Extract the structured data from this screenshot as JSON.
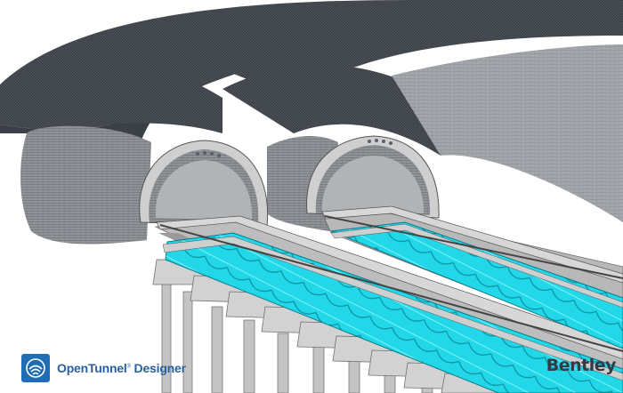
{
  "branding": {
    "product_name": "OpenTunnel",
    "product_trademark": "®",
    "product_suffix": " Designer",
    "vendor": "Bentley",
    "logo_icon": "opentunnel-logo-icon"
  },
  "colors": {
    "background": "#ffffff",
    "tunnel_shell": "#8e9296",
    "tunnel_shell_dark": "#3f454b",
    "tunnel_lining": "#c9c9c9",
    "deck_concrete": "#b9b9b9",
    "girder_segments": "#39e2ef",
    "brand_blue": "#2a5f9e",
    "vendor_text": "#333b44"
  }
}
